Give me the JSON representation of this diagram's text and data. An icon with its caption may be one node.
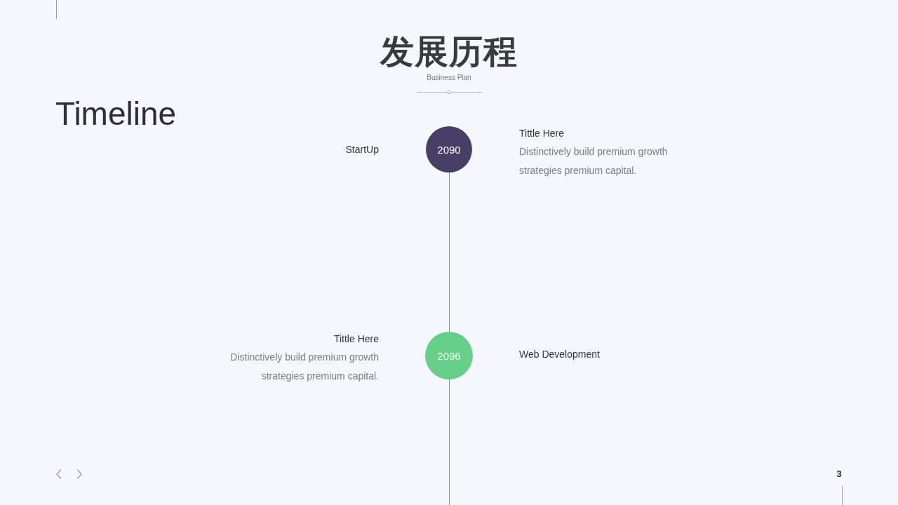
{
  "diagram": {
    "title": "发展历程",
    "nodes": [
      {
        "text": [
          "2090"
        ],
        "beside": [
          "Tittle Here",
          "Distinctively build premium growth strategies premium capital."
        ]
      },
      {
        "text": [
          "2096"
        ],
        "beside": [
          "Tittle Here",
          "Distinctively build premium growth strategies premium capital."
        ]
      }
    ],
    "edges": [
      {
        "from": 0,
        "to": 1,
        "arrow": "none"
      },
      {
        "from": 1,
        "to": null,
        "arrow": "none"
      }
    ],
    "labels": [
      "Business Plan",
      "Timeline",
      "StartUp",
      "Web Development",
      "3"
    ]
  }
}
